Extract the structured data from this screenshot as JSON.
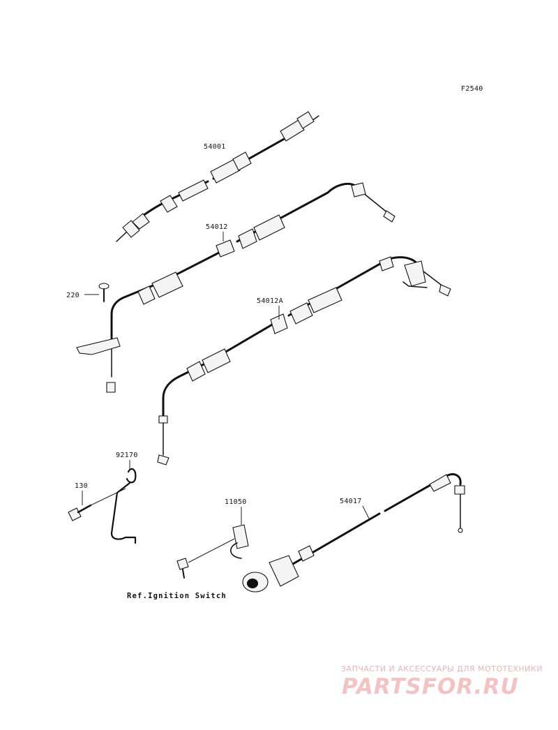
{
  "figure_code": "F2540",
  "callouts": {
    "p54001": "54001",
    "p54012": "54012",
    "p220": "220",
    "p54012A": "54012A",
    "p92170": "92170",
    "p130": "130",
    "p11050": "11050",
    "p54017": "54017"
  },
  "reference_note": "Ref.Ignition Switch",
  "watermark": {
    "tagline": "ЗАПЧАСТИ И АКСЕССУАРЫ ДЛЯ МОТОТЕХНИКИ",
    "logo": "PARTSFOR.RU"
  },
  "colors": {
    "line_art": "#111111",
    "watermark": "#f2c3c3"
  }
}
